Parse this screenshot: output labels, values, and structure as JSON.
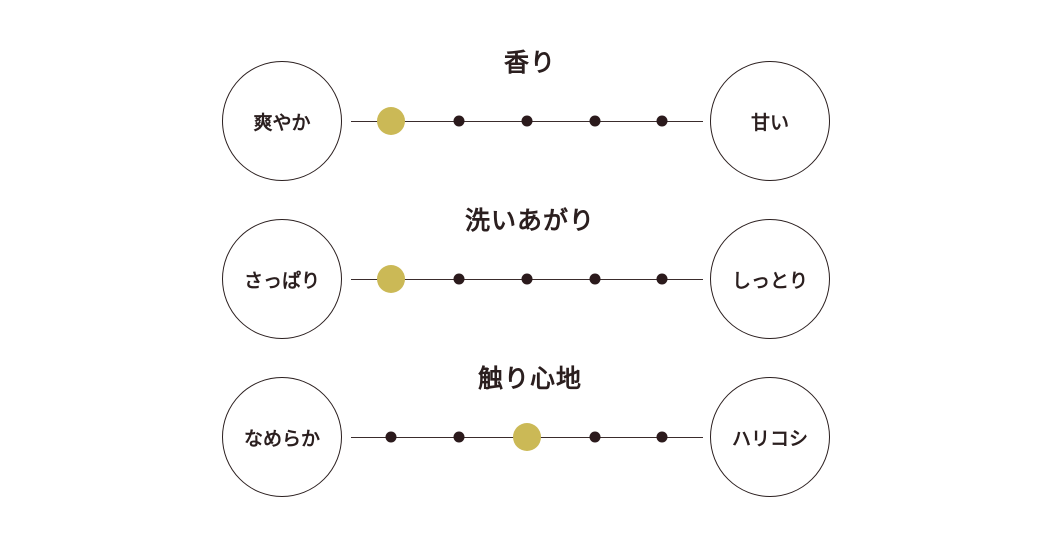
{
  "colors": {
    "selected": "#cbb956",
    "dot": "#2b1a1c"
  },
  "scales": [
    {
      "title": "香り",
      "left": "爽やか",
      "right": "甘い",
      "steps": 5,
      "selected": 1
    },
    {
      "title": "洗いあがり",
      "left": "さっぱり",
      "right": "しっとり",
      "steps": 5,
      "selected": 1
    },
    {
      "title": "触り心地",
      "left": "なめらか",
      "right": "ハリコシ",
      "steps": 5,
      "selected": 3
    }
  ]
}
